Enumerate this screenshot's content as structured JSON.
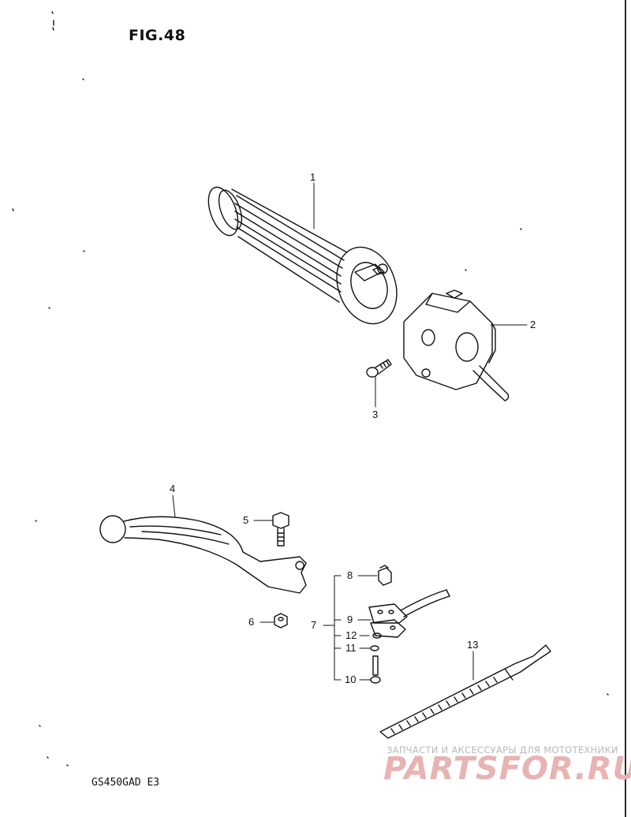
{
  "figure": {
    "title": "FIG.48"
  },
  "model": {
    "code": "GS450GAD  E3"
  },
  "watermark": {
    "tagline": "ЗАПЧАСТИ И АКСЕССУАРЫ ДЛЯ МОТОТЕХНИКИ",
    "logo": "PARTSFOR.RU"
  },
  "callouts": [
    {
      "id": "1",
      "part": "grip"
    },
    {
      "id": "2",
      "part": "handlebar-switch"
    },
    {
      "id": "3",
      "part": "screw"
    },
    {
      "id": "4",
      "part": "lever"
    },
    {
      "id": "5",
      "part": "bolt"
    },
    {
      "id": "6",
      "part": "nut"
    },
    {
      "id": "7",
      "part": "switch-assembly"
    },
    {
      "id": "8",
      "part": "switch-cap"
    },
    {
      "id": "9",
      "part": "switch-plate"
    },
    {
      "id": "10",
      "part": "small-screw"
    },
    {
      "id": "11",
      "part": "washer"
    },
    {
      "id": "12",
      "part": "spacer"
    },
    {
      "id": "13",
      "part": "cable-tie"
    }
  ],
  "colors": {
    "ink": "#111111",
    "watermark_text": "#b9b9b9",
    "watermark_logo": "#e8b3b3"
  }
}
